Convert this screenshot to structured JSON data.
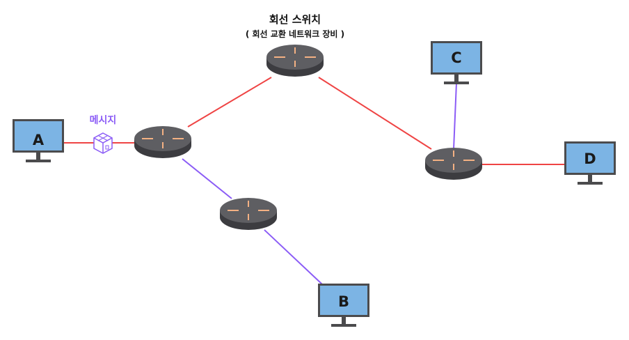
{
  "switch_title": "회선 스위치",
  "switch_subtitle": "( 회선 교환 네트워크 장비 )",
  "message_label": "메시지",
  "computers": {
    "a": "A",
    "b": "B",
    "c": "C",
    "d": "D"
  },
  "colors": {
    "active_link": "#ef4444",
    "idle_link": "#8b5cf6",
    "monitor_screen": "#7cb4e4",
    "monitor_frame": "#4b4b4d",
    "router_body": "#4a4a4e",
    "router_top": "#5e5e62",
    "router_marks": "#f4b183"
  }
}
